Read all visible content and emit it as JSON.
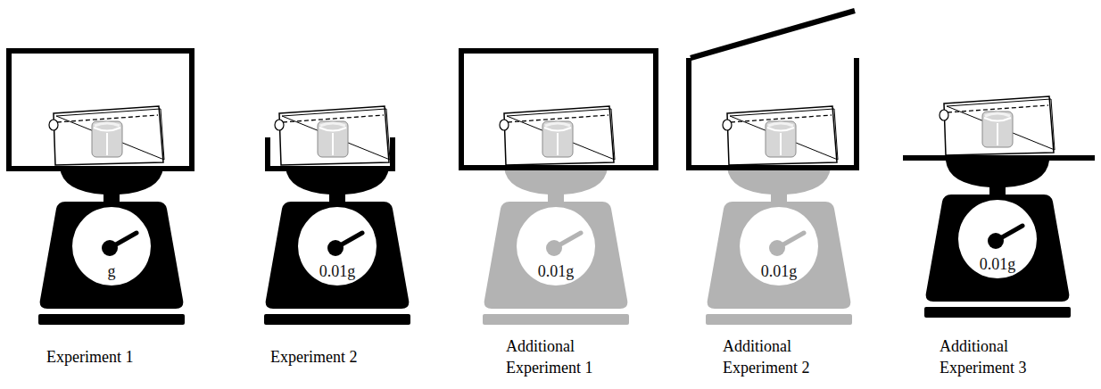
{
  "diagram": {
    "nodes": [
      {
        "text": [
          "g"
        ]
      },
      {
        "text": [
          "0.01g"
        ]
      },
      {
        "text": [
          "0.01g"
        ]
      },
      {
        "text": [
          "0.01g"
        ]
      },
      {
        "text": [
          "0.01g"
        ]
      }
    ],
    "labels": [
      "Experiment 1",
      "Experiment 2",
      "Additional Experiment 1",
      "Additional Experiment 2",
      "Additional Experiment 3"
    ]
  }
}
